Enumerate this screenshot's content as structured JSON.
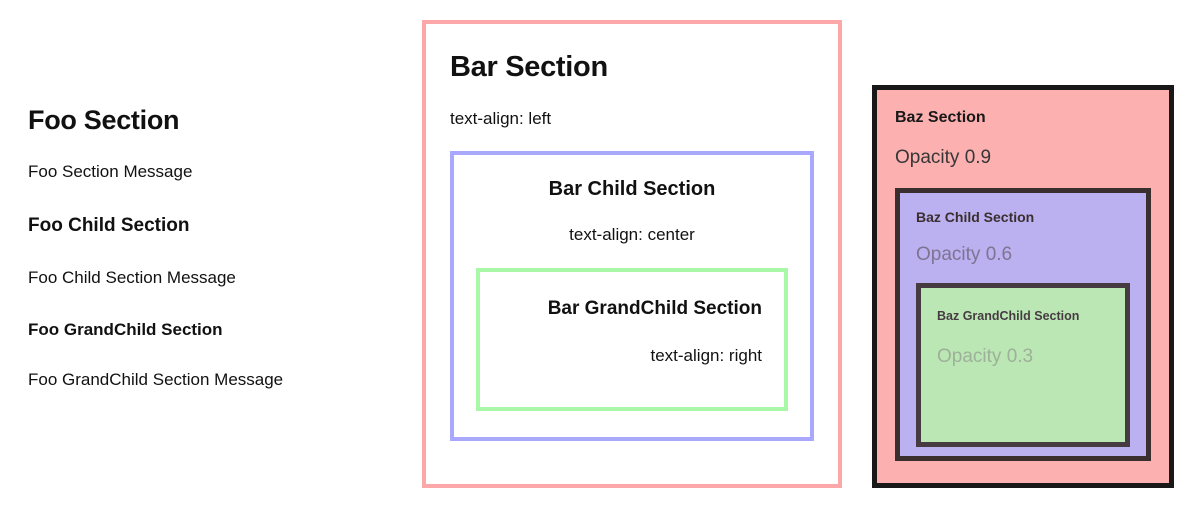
{
  "foo": {
    "title": "Foo Section",
    "message": "Foo Section Message",
    "child": {
      "title": "Foo Child Section",
      "message": "Foo Child Section Message"
    },
    "grandchild": {
      "title": "Foo GrandChild Section",
      "message": "Foo GrandChild Section Message"
    }
  },
  "bar": {
    "title": "Bar Section",
    "note": "text-align: left",
    "border_color": "#fca8a8",
    "child": {
      "title": "Bar Child Section",
      "note": "text-align: center",
      "border_color": "#a8a8fc"
    },
    "grandchild": {
      "title": "Bar GrandChild Section",
      "note": "text-align: right",
      "border_color": "#a8f8a8"
    }
  },
  "baz": {
    "title": "Baz Section",
    "note": "Opacity 0.9",
    "fill_color": "#fca8a8",
    "border_color": "#000000",
    "child": {
      "title": "Baz Child Section",
      "note": "Opacity 0.6",
      "fill_color": "#a8a8fc",
      "border_color": "#000000"
    },
    "grandchild": {
      "title": "Baz GrandChild Section",
      "note": "Opacity 0.3",
      "fill_color": "#a8f8a8",
      "border_color": "#000000"
    }
  }
}
